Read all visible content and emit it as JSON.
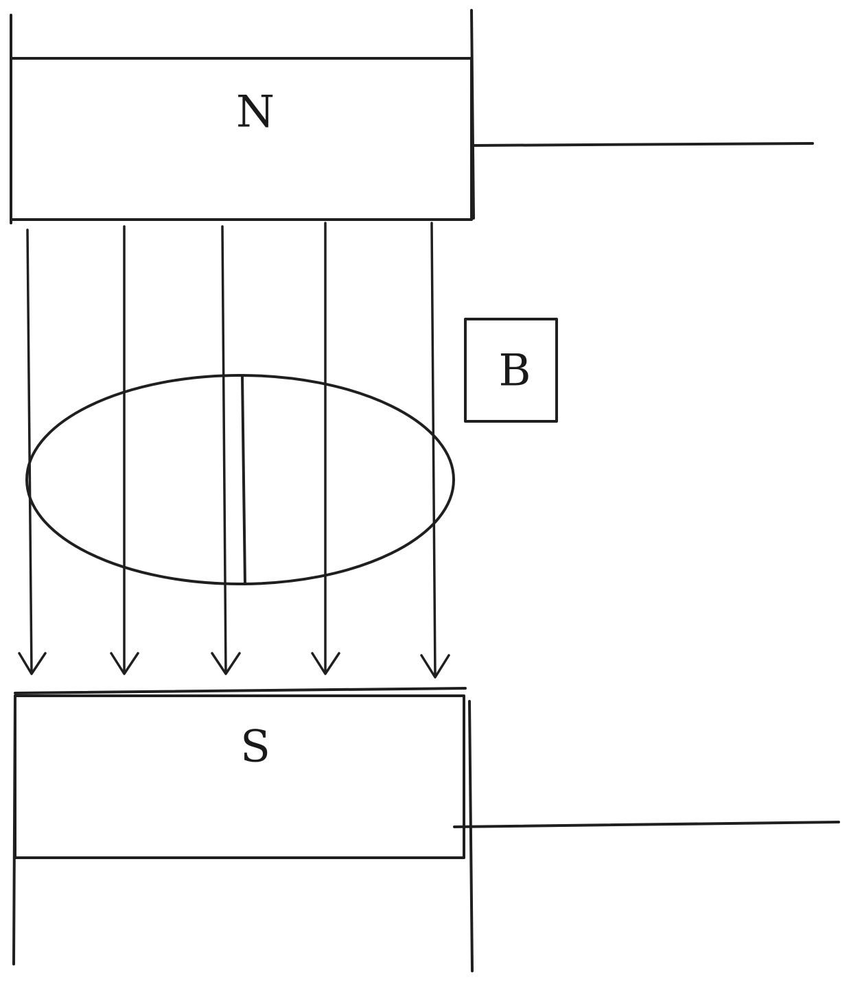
{
  "labels": {
    "north_pole": "N",
    "south_pole": "S",
    "field": "B"
  },
  "field_lines_count": 5,
  "colors": {
    "stroke": "#1f1f1f",
    "background": "#ffffff"
  }
}
